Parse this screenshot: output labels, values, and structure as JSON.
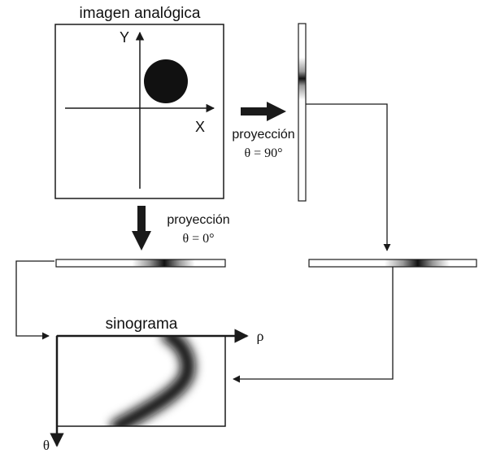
{
  "labels": {
    "analog_image_title": "imagen analógica",
    "y_axis": "Y",
    "x_axis": "X",
    "projection_90_word": "proyección",
    "projection_90_angle": "θ = 90°",
    "projection_0_word": "proyección",
    "projection_0_angle": "θ = 0°",
    "sinogram_title": "sinograma",
    "rho_axis": "ρ",
    "theta_axis": "θ"
  },
  "colors": {
    "line": "#1a1a1a",
    "object": "#111111",
    "background": "#ffffff"
  }
}
